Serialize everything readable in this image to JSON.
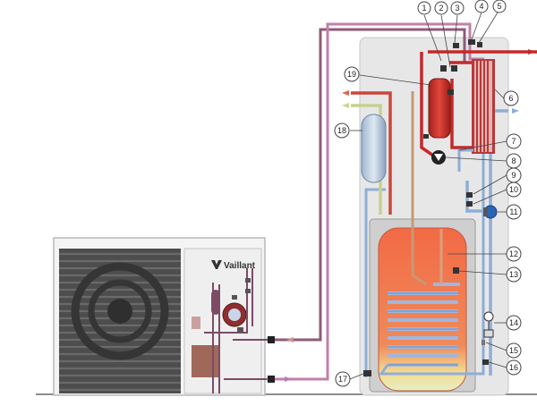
{
  "brand": {
    "logo_text": "Vaillant"
  },
  "callouts": [
    "1",
    "2",
    "3",
    "4",
    "5",
    "6",
    "7",
    "8",
    "9",
    "10",
    "11",
    "12",
    "13",
    "14",
    "15",
    "16",
    "17",
    "18",
    "19"
  ],
  "colors": {
    "hot_pipe": "#c62828",
    "cold_pipe": "#8faed6",
    "refrigerant_pipe": "#8e5a7a",
    "tank_hot": "#ef6b4a",
    "tank_cold": "#e8efc0",
    "cabinet": "#e6e6e6",
    "coil": "#a9bfe3"
  }
}
